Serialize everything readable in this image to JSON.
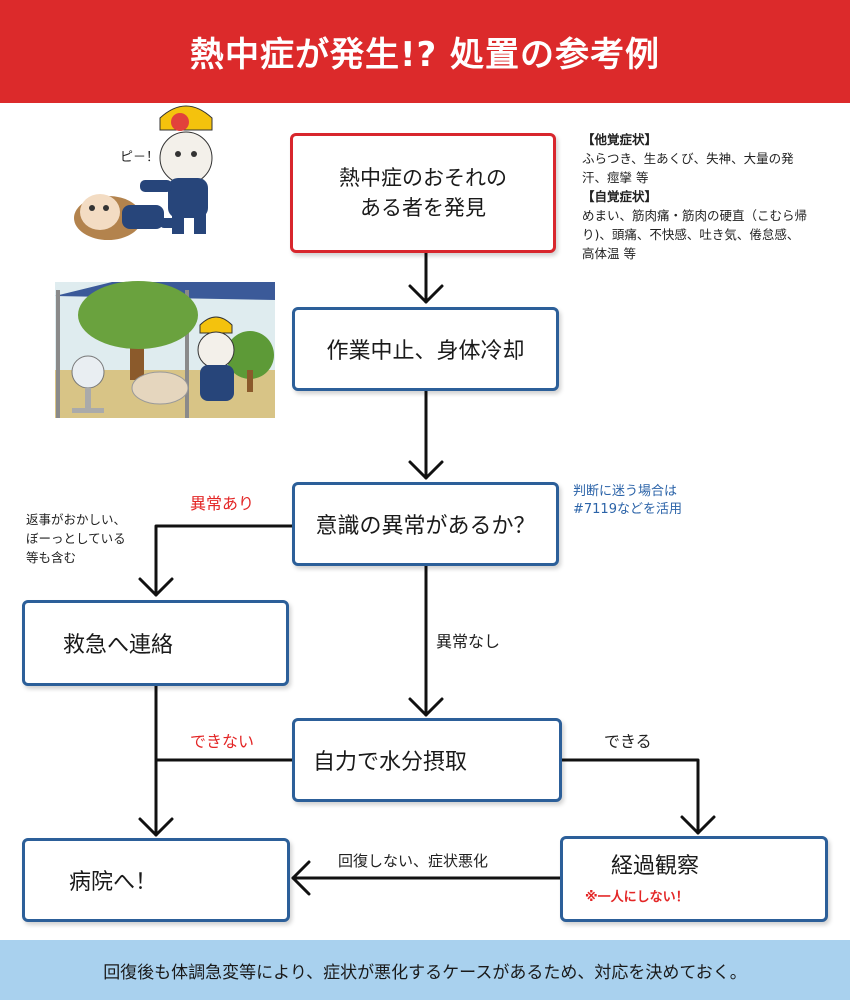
{
  "title": "熱中症が発生!?  処置の参考例",
  "steps": {
    "discover": [
      "熱中症のおそれの",
      "ある者を発見"
    ],
    "stop_cool": "作業中止、身体冷却",
    "consciousness": "意識の異常があるか？",
    "ambulance": "救急へ連絡",
    "drink": "自力で水分摂取",
    "hospital": "病院へ！",
    "observe": "経過観察",
    "observe_note": "※一人にしない！"
  },
  "symptoms": {
    "other_heading": "【他覚症状】",
    "other_lines": [
      "ふらつき、生あくび、失神、大量の発",
      "汗、痙攣 等"
    ],
    "self_heading": "【自覚症状】",
    "self_lines": [
      "めまい、筋肉痛・筋肉の硬直（こむら帰",
      "り)、頭痛、不快感、吐き気、倦怠感、",
      "高体温  等"
    ]
  },
  "labels": {
    "abnormal": "異常あり",
    "abnormal_note": [
      "返事がおかしい、",
      "ぼーっとしている",
      "等も含む"
    ],
    "normal": "異常なし",
    "unsure_note": [
      "判断に迷う場合は",
      "#7119などを活用"
    ],
    "cannot": "できない",
    "can": "できる",
    "no_recovery": "回復しない、症状悪化",
    "pi": "ピ－！"
  },
  "footer": "回復後も体調急変等により、症状が悪化するケースがあるため、対応を決めておく。",
  "colors": {
    "header": "#dc2a2b",
    "footer": "#a9d1ee",
    "box_border": "#2c5f99",
    "alert_border": "#d8262d",
    "alert_text": "#e32626",
    "note_text": "#2b63a8"
  }
}
